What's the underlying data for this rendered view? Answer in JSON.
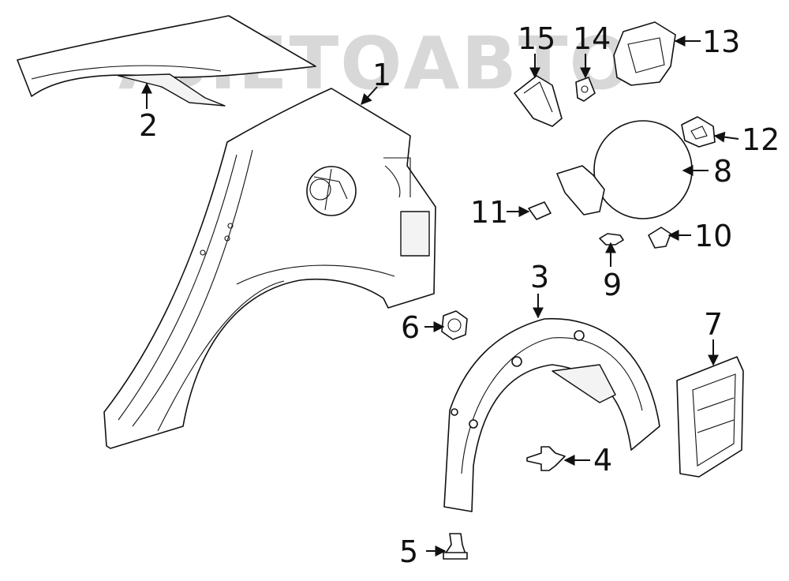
{
  "watermark": {
    "text": "АЛЕТОАВТО"
  },
  "callouts": {
    "n1": "1",
    "n2": "2",
    "n3": "3",
    "n4": "4",
    "n5": "5",
    "n6": "6",
    "n7": "7",
    "n8": "8",
    "n9": "9",
    "n10": "10",
    "n11": "11",
    "n12": "12",
    "n13": "13",
    "n14": "14",
    "n15": "15"
  },
  "colors": {
    "line": "#111111",
    "watermark": "#d8d8d8",
    "background": "#ffffff"
  }
}
